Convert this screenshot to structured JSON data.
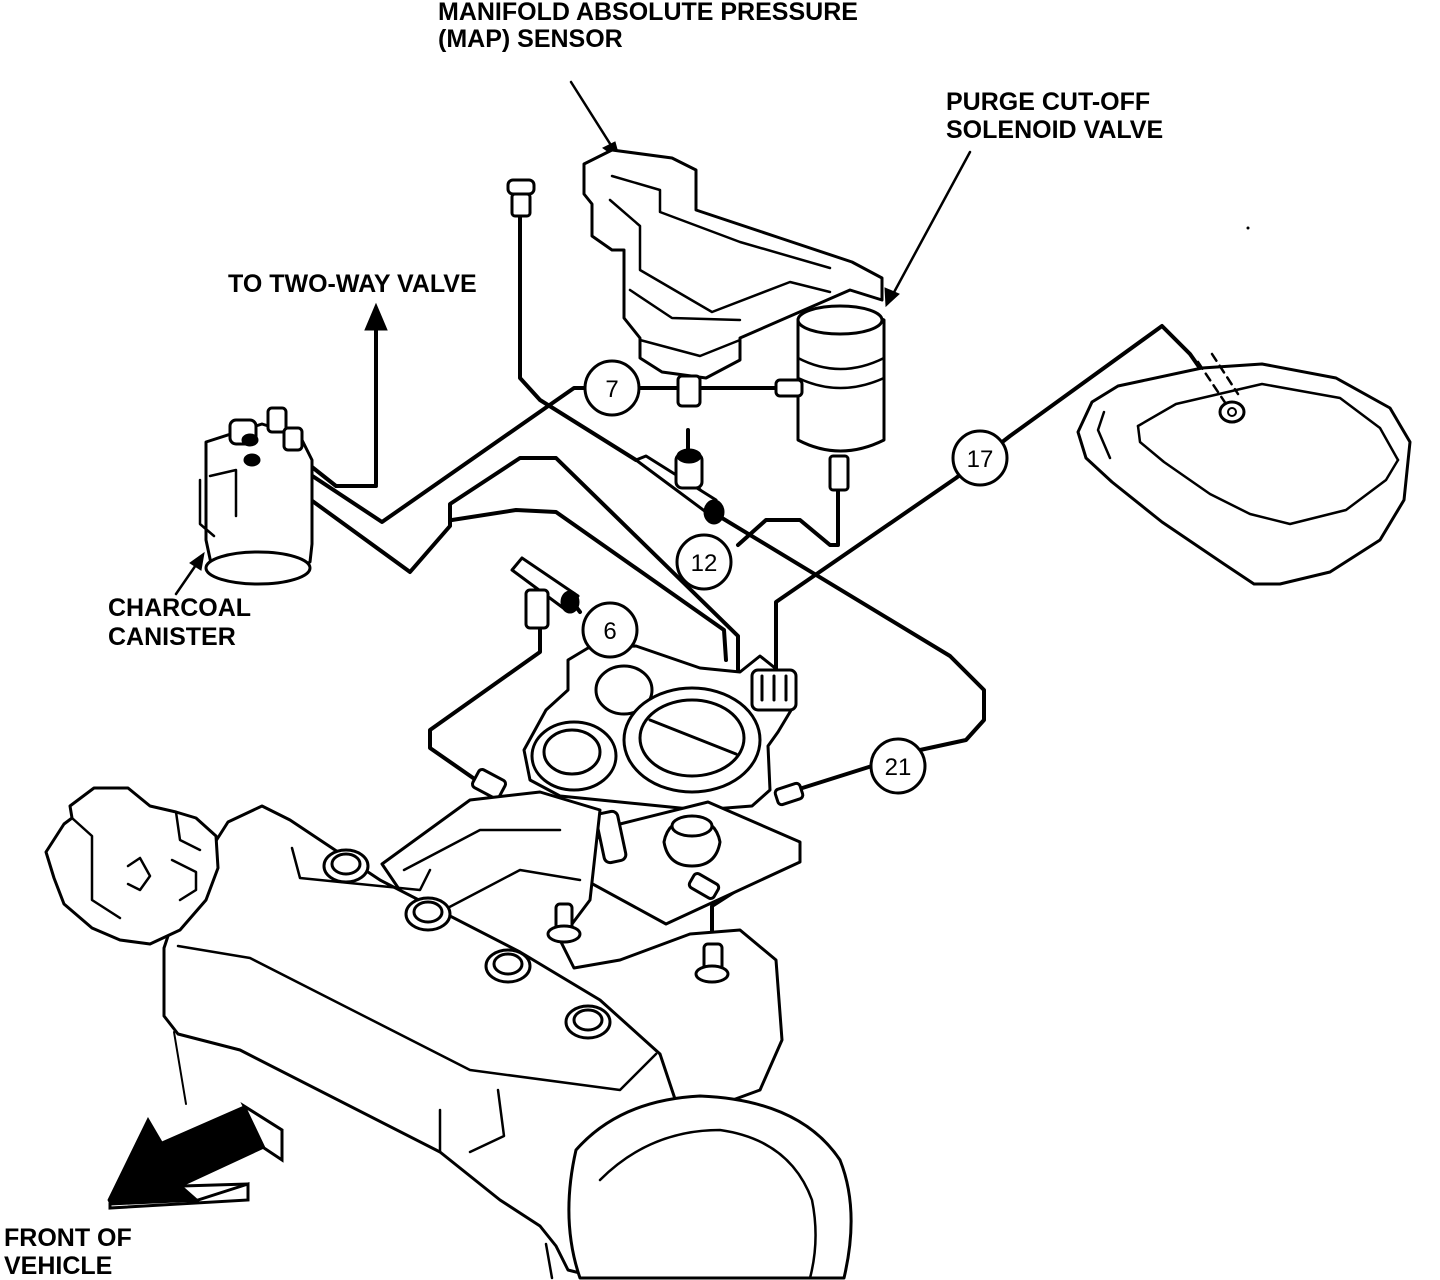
{
  "labels": {
    "map_sensor_line1": "MANIFOLD ABSOLUTE PRESSURE",
    "map_sensor_line2": "(MAP) SENSOR",
    "purge_valve_line1": "PURGE CUT-OFF",
    "purge_valve_line2": "SOLENOID VALVE",
    "two_way_valve": "TO TWO-WAY VALVE",
    "canister_line1": "CHARCOAL",
    "canister_line2": "CANISTER",
    "front_line1": "FRONT OF",
    "front_line2": "VEHICLE"
  },
  "callouts": {
    "hose_7": "7",
    "hose_12": "12",
    "hose_6": "6",
    "hose_17": "17",
    "hose_21": "21"
  },
  "icons": {
    "direction_arrow": "front-arrow-icon",
    "flow_arrow": "up-arrow-icon"
  },
  "colors": {
    "ink": "#000000",
    "paper": "#ffffff"
  }
}
